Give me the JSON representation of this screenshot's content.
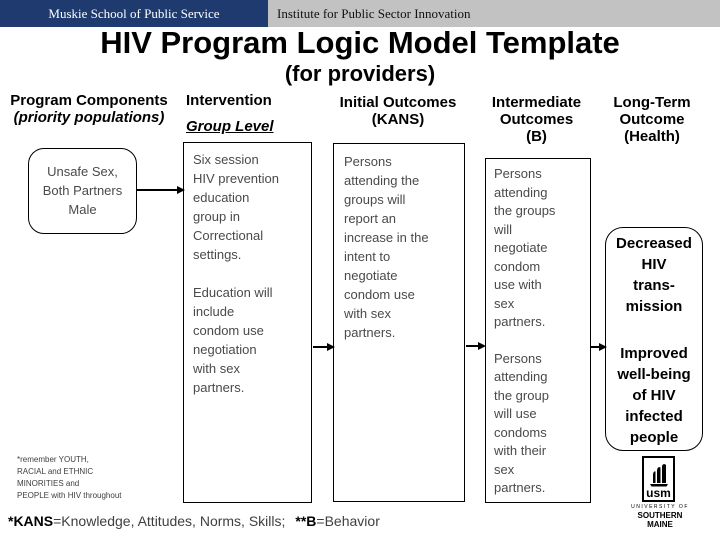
{
  "brand_bar": {
    "left_label": "Muskie School of Public Service",
    "right_label": "Institute for Public Sector Innovation",
    "left_bg": "#1e3a6e",
    "right_bg": "#c2c2c2"
  },
  "title": "HIV Program Logic Model Template",
  "subtitle": "(for providers)",
  "columns": {
    "program_components": {
      "line1": "Program Components",
      "line2": "(priority populations)"
    },
    "intervention": {
      "line1": "Intervention",
      "line2": "Group Level"
    },
    "initial_outcomes": {
      "line1": "Initial Outcomes",
      "line2": "(KANS)"
    },
    "intermediate_outcomes": {
      "line1": "Intermediate",
      "line2": "Outcomes",
      "line3": "(B)"
    },
    "long_term_outcome": {
      "line1": "Long-Term",
      "line2": "Outcome",
      "line3": "(Health)"
    }
  },
  "boxes": {
    "program_component": {
      "text": "Unsafe Sex,\nBoth Partners\nMale"
    },
    "intervention": {
      "p1": "Six session\nHIV prevention\neducation\ngroup in\nCorrectional\nsettings.",
      "p2": "Education will\ninclude\ncondom use\nnegotiation\nwith sex\npartners."
    },
    "initial_outcome": {
      "p1": "Persons\nattending the\ngroups will\nreport an\nincrease in the\nintent to\nnegotiate\ncondom use\nwith sex\npartners."
    },
    "intermediate_outcome": {
      "p1": "Persons\nattending\nthe groups\nwill\nnegotiate\ncondom\nuse with\nsex\npartners.",
      "p2": "Persons\nattending\nthe group\nwill use\ncondoms\nwith their\nsex\npartners."
    },
    "long_term": {
      "p1": "Decreased\nHIV\ntrans-\nmission",
      "p2": "Improved\nwell-being\nof HIV\ninfected\npeople"
    }
  },
  "reminder_note": {
    "line1": "*remember YOUTH,",
    "line2": "RACIAL and ETHNIC",
    "line3": "MINORITIES and",
    "line4": "PEOPLE with HIV throughout"
  },
  "footnote": {
    "kans_term": "*KANS",
    "kans_def": "=Knowledge, Attitudes, Norms, Skills;",
    "b_term": "**B",
    "b_def": "=Behavior"
  },
  "logo": {
    "monogram": "usm",
    "line1": "UNIVERSITY OF",
    "line2": "SOUTHERN MAINE"
  }
}
